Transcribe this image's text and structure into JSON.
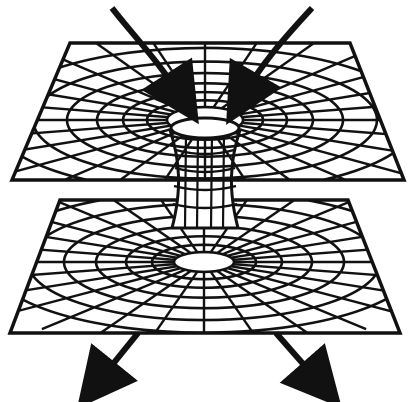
{
  "colors": {
    "background": "#ffffff",
    "ink": "#111111",
    "inner_fill": "#ffffff"
  },
  "elements": {
    "upper_sheet": "upper-plane",
    "lower_sheet": "lower-plane",
    "throat": "tube",
    "in_arrows": [
      "arrow-down-left-in",
      "arrow-down-right-in"
    ],
    "out_arrows": [
      "arrow-out-left",
      "arrow-out-right"
    ]
  }
}
